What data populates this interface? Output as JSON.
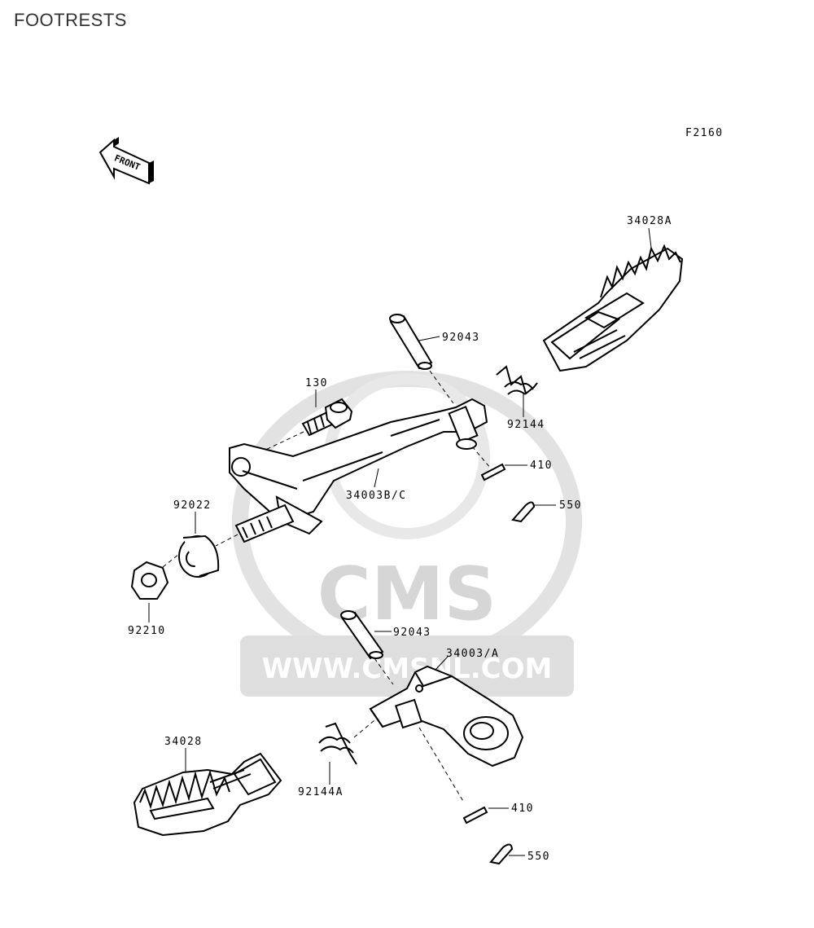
{
  "page_title": "FOOTRESTS",
  "figure_code": "F2160",
  "front_arrow_text": "FRONT",
  "watermark": {
    "brand": "CMS",
    "url": "WWW.CMSNL.COM"
  },
  "parts": [
    {
      "id": "p-34028a",
      "label": "34028A"
    },
    {
      "id": "p-92043-top",
      "label": "92043"
    },
    {
      "id": "p-92144",
      "label": "92144"
    },
    {
      "id": "p-130",
      "label": "130"
    },
    {
      "id": "p-410-top",
      "label": "410"
    },
    {
      "id": "p-34003bc",
      "label": "34003B/C"
    },
    {
      "id": "p-550-top",
      "label": "550"
    },
    {
      "id": "p-92022",
      "label": "92022"
    },
    {
      "id": "p-92210",
      "label": "92210"
    },
    {
      "id": "p-92043-bottom",
      "label": "92043"
    },
    {
      "id": "p-34003a",
      "label": "34003/A"
    },
    {
      "id": "p-34028",
      "label": "34028"
    },
    {
      "id": "p-92144a",
      "label": "92144A"
    },
    {
      "id": "p-410-bottom",
      "label": "410"
    },
    {
      "id": "p-550-bottom",
      "label": "550"
    }
  ]
}
